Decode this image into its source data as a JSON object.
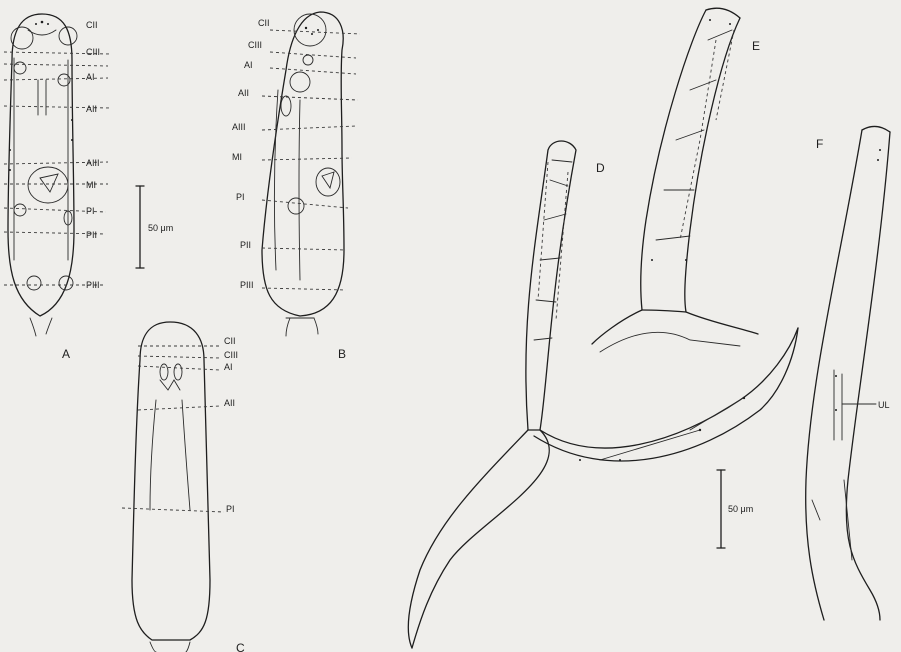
{
  "panels": {
    "a": {
      "letter": "A",
      "labels": [
        "CII",
        "CIII",
        "AI",
        "AII",
        "AIII",
        "MI",
        "PI",
        "PII",
        "PIII"
      ]
    },
    "b": {
      "letter": "B",
      "labels": [
        "CII",
        "CIII",
        "AI",
        "AII",
        "AIII",
        "MI",
        "PI",
        "PII",
        "PIII"
      ]
    },
    "c": {
      "letter": "C",
      "labels": [
        "CII",
        "CIII",
        "AI",
        "AII",
        "PI"
      ]
    },
    "d": {
      "letter": "D"
    },
    "e": {
      "letter": "E"
    },
    "f": {
      "letter": "F",
      "labels": [
        "UL"
      ]
    }
  },
  "scale_bars": {
    "left": "50 μm",
    "right": "50 μm"
  }
}
